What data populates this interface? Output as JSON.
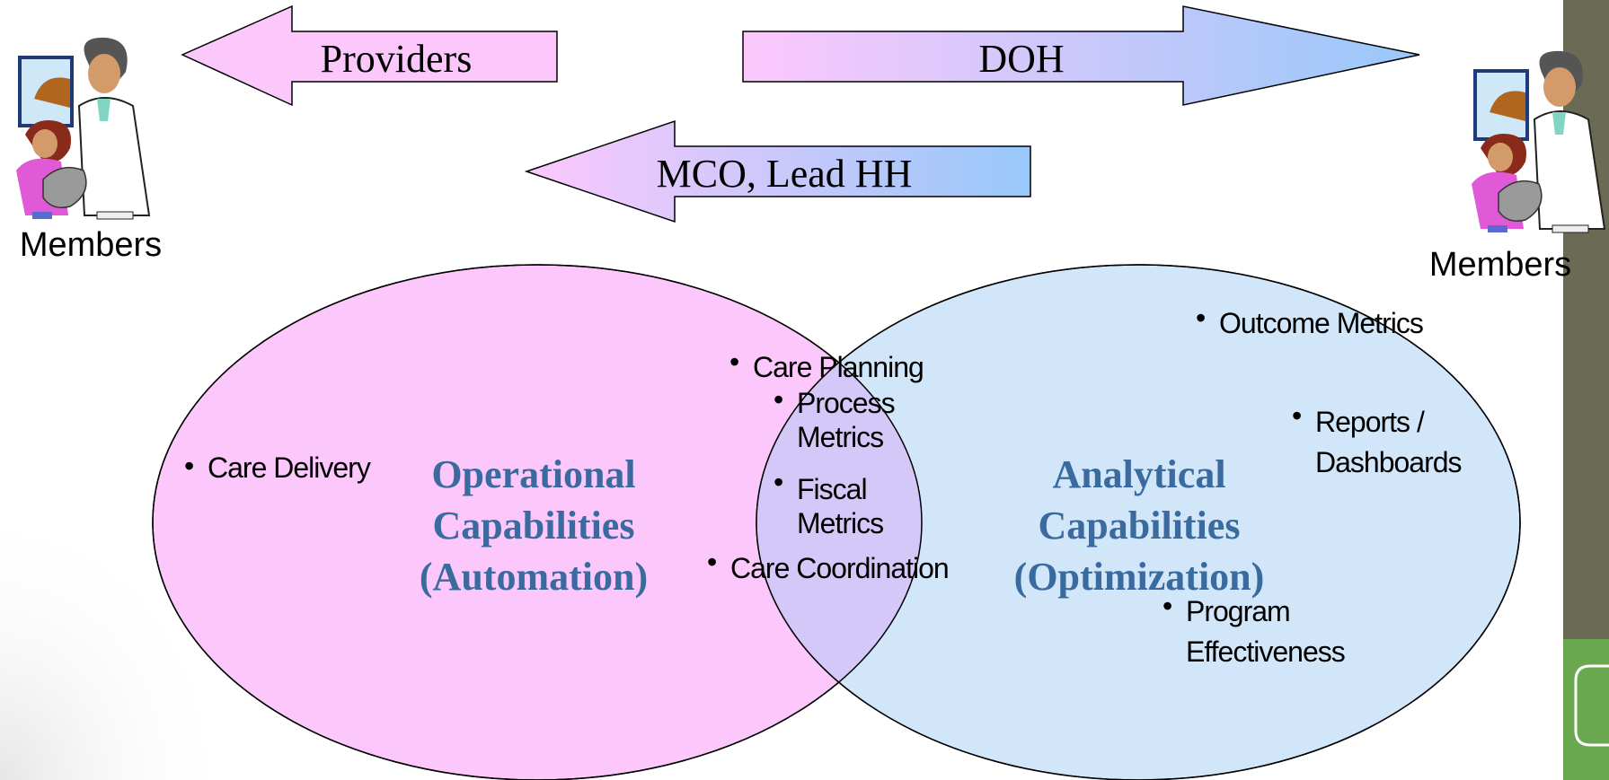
{
  "arrows": {
    "providers": "Providers",
    "doh": "DOH",
    "mco": "MCO, Lead HH"
  },
  "members": {
    "left": "Members",
    "right": "Members"
  },
  "venn": {
    "operational": {
      "line1": "Operational",
      "line2": "Capabilities",
      "line3": "(Automation)"
    },
    "analytical": {
      "line1": "Analytical",
      "line2": "Capabilities",
      "line3": "(Optimization)"
    },
    "bullets": {
      "care_delivery": "Care Delivery",
      "care_planning": "Care Planning",
      "process_metrics_1": "Process",
      "process_metrics_2": "Metrics",
      "fiscal_metrics_1": "Fiscal",
      "fiscal_metrics_2": "Metrics",
      "care_coordination": "Care Coordination",
      "outcome_metrics": "Outcome Metrics",
      "reports_1": "Reports /",
      "reports_2": "Dashboards",
      "program_1": "Program",
      "program_2": "Effectiveness"
    },
    "bullet_char": "•"
  },
  "colors": {
    "pink": "#fcc8fc",
    "blue": "#d2e6fa",
    "arrow_blue": "#98c8fa",
    "label": "#3a6a9e",
    "side_bar": "#6b6b55",
    "side_green": "#6aa84f"
  },
  "icons": [
    "people-clipart-icon",
    "people-clipart-icon"
  ]
}
